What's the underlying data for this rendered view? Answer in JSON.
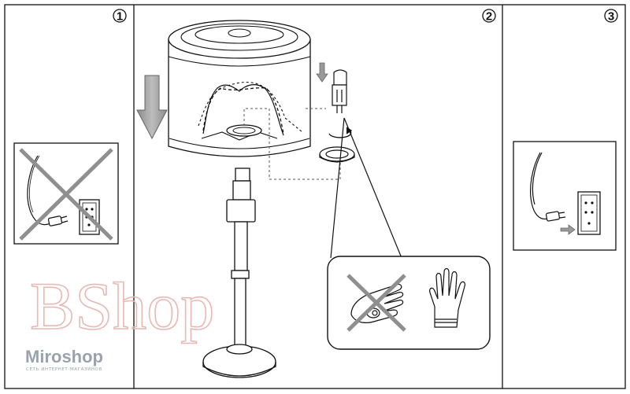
{
  "steps": [
    {
      "number": "1",
      "description_visible": false
    },
    {
      "number": "2",
      "description_visible": false
    },
    {
      "number": "3",
      "description_visible": false
    }
  ],
  "watermark": {
    "text": "BShop"
  },
  "brand": {
    "name": "Miroshop",
    "tagline": "СЕТЬ ИНТЕРНЕТ-МАГАЗИНОВ"
  },
  "icons": {
    "step1": [
      "unplugged-plug-icon",
      "wall-socket-icon",
      "prohibited-cross-icon"
    ],
    "step2": [
      "lampshade-icon",
      "lamp-stand-icon",
      "down-arrow-icon",
      "bulb-icon",
      "ring-nut-icon",
      "bare-hand-icon",
      "glove-icon",
      "prohibited-cross-icon"
    ],
    "step3": [
      "plug-icon",
      "wall-socket-icon",
      "right-arrow-icon"
    ]
  },
  "colors": {
    "line": "#111111",
    "arrow_gray": "#9a9a9a",
    "watermark": "#e8b9b3",
    "brand": "#9aa3ad"
  }
}
